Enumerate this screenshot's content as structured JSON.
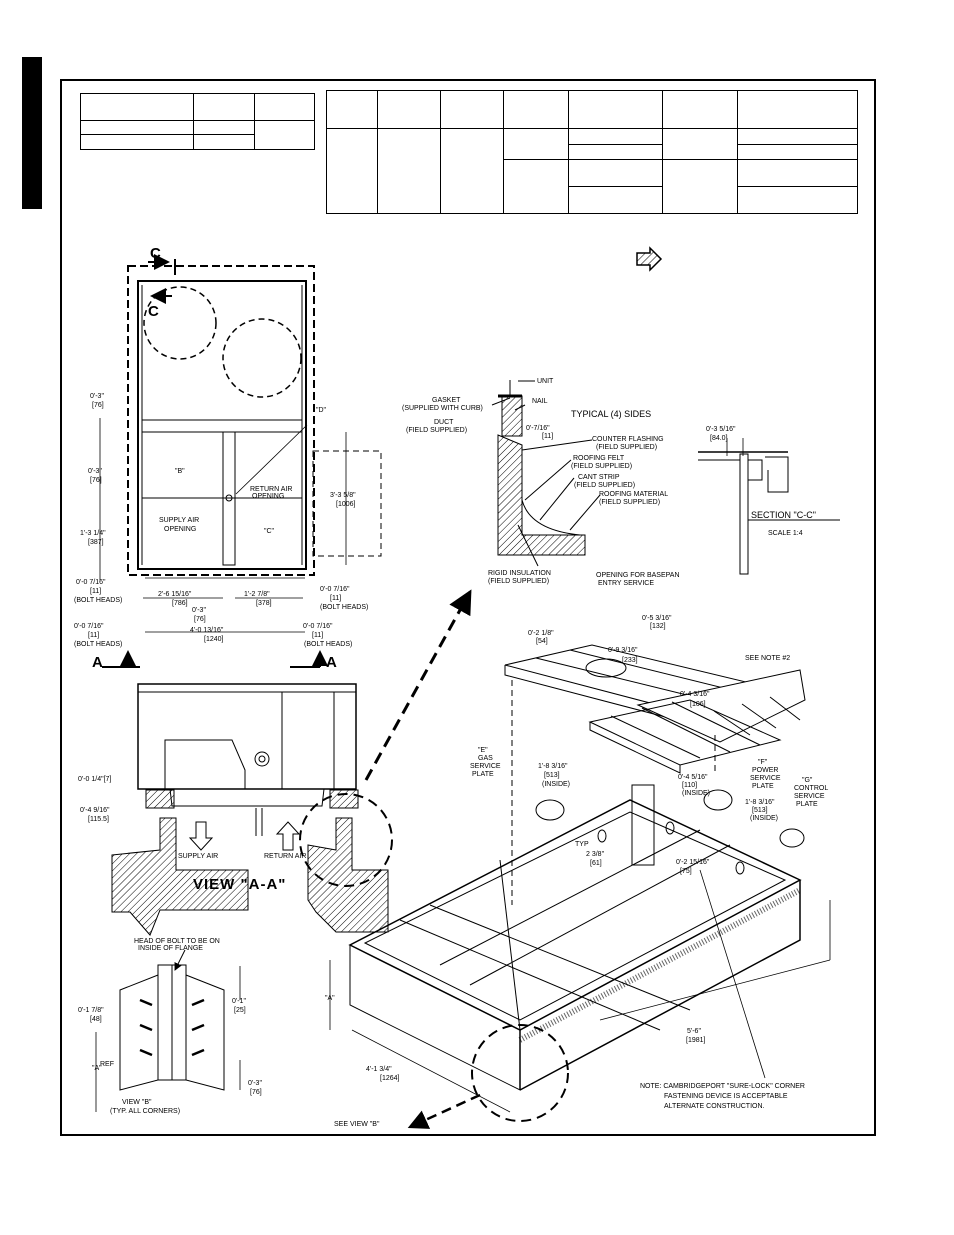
{
  "labels": {
    "c1": "C",
    "c2": "C",
    "dim_03_a": "0'-3\"",
    "dim_76_a": "[76]",
    "dim_03_b": "0'-3\"",
    "dim_76_b": "[76]",
    "dim_b": "\"B\"",
    "dim_d": "\"D\"",
    "return_air_opening": [
      "RETURN AIR",
      "OPENING"
    ],
    "dim_335": "3'-3 5/8\"",
    "dim_1006": "[1006]",
    "dim_1314": "1'-3 1/4\"",
    "dim_387": "[387]",
    "supply_air_opening": [
      "SUPPLY AIR",
      "OPENING"
    ],
    "dim_c": "\"C\"",
    "dim_0716_l": "0'-0 7/16\"",
    "dim_11_l": "[11]",
    "bolt_heads_l": "(BOLT HEADS)",
    "dim_0716_r": "0'-0 7/16\"",
    "dim_11_r": "[11]",
    "bolt_heads_r": "(BOLT HEADS)",
    "dim_2615": "2'-6 15/16\"",
    "dim_786": "[786]",
    "dim_127": "1'-2 7/8\"",
    "dim_378": "[378]",
    "dim_03_c": "0'-3\"",
    "dim_76_c": "[76]",
    "dim_4013": "4'-0 13/16\"",
    "dim_1240": "[1240]",
    "dim_0716_l2": "0'-0 7/16\"",
    "dim_11_l2": "[11]",
    "bolt_heads_l2": "(BOLT HEADS)",
    "dim_0716_r2": "0'-0 7/16\"",
    "dim_11_r2": "[11]",
    "bolt_heads_r2": "(BOLT HEADS)",
    "a_left": "A",
    "a_right": "A",
    "dim_014": "0'-0 1/4\"[7]",
    "dim_049": "0'-4 9/16\"",
    "dim_1155": "[115.5]",
    "supply_air": "SUPPLY AIR",
    "return_air": "RETURN AIR",
    "view_aa": "VIEW \"A-A\"",
    "head_of_bolt": [
      "HEAD OF BOLT TO BE ON",
      "INSIDE OF FLANGE"
    ],
    "dim_0178": "0'-1 7/8\"",
    "dim_48": "[48]",
    "dim_01": "0'-1\"",
    "dim_25": "[25]",
    "ref_a": "\"A\"",
    "ref": "REF",
    "dim_03_d": "0'-3\"",
    "dim_76_d": "[76]",
    "view_b": "VIEW \"B\"",
    "typ_all_corners": "(TYP. ALL CORNERS)",
    "unit": "UNIT",
    "gasket": [
      "GASKET",
      "(SUPPLIED WITH CURB)"
    ],
    "nail": "NAIL",
    "typical_4_sides": "TYPICAL (4) SIDES",
    "duct": [
      "DUCT",
      "(FIELD SUPPLIED)"
    ],
    "dim_0716_c": "0'-7/16\"",
    "dim_11_c": "[11]",
    "counter_flashing": [
      "COUNTER FLASHING",
      "(FIELD SUPPLIED)"
    ],
    "roofing_felt": [
      "ROOFING FELT",
      "(FIELD SUPPLIED)"
    ],
    "cant_strip": [
      "CANT STRIP",
      "(FIELD SUPPLIED)"
    ],
    "roofing_material": [
      "ROOFING MATERIAL",
      "(FIELD SUPPLIED)"
    ],
    "rigid_insulation": [
      "RIGID INSULATION",
      "(FIELD SUPPLIED)"
    ],
    "dim_0358": "0'-3 5/16\"",
    "dim_840": "[84.0]",
    "section_cc": "SECTION \"C-C\"",
    "scale": "SCALE 1:4",
    "opening_basepan": [
      "OPENING FOR BASEPAN",
      "ENTRY SERVICE"
    ],
    "dim_0518": "0'-5 3/16\"",
    "dim_132": "[132]",
    "dim_0218": "0'-2 1/8\"",
    "dim_54": "[54]",
    "dim_0938": "0'-9 3/16\"",
    "dim_233": "[233]",
    "see_note_2": "SEE NOTE #2",
    "dim_0438": "0'-4 3/16\"",
    "dim_106": "[106]",
    "gas_service_plate": [
      "\"E\"",
      "GAS",
      "SERVICE",
      "PLATE"
    ],
    "dim_1838": "1'-8 3/16\"",
    "dim_513": "[513]",
    "inside_1": "(INSIDE)",
    "dim_0458": "0'-4 5/16\"",
    "dim_110": "[110]",
    "inside_2": "(INSIDE)",
    "power_service_plate": [
      "\"F\"",
      "POWER",
      "SERVICE",
      "PLATE"
    ],
    "dim_1838b": "1'-8 3/16\"",
    "dim_513b": "[513]",
    "inside_3": "(INSIDE)",
    "control_service_plate": [
      "\"G\"",
      "CONTROL",
      "SERVICE",
      "PLATE"
    ],
    "typ": "TYP",
    "dim_238": "2 3/8\"",
    "dim_61": "[61]",
    "dim_0215": "0'-2 15/16\"",
    "dim_75": "[75]",
    "a_height": "\"A\"",
    "dim_56": "5'-6\"",
    "dim_1981": "[1981]",
    "dim_4134": "4'-1 3/4\"",
    "dim_1264": "[1264]",
    "note": [
      "NOTE: CAMBRIDGEPORT \"SURE-LOCK\" CORNER",
      "FASTENING DEVICE IS ACCEPTABLE",
      "ALTERNATE CONSTRUCTION."
    ],
    "see_view_b": "SEE VIEW \"B\""
  }
}
